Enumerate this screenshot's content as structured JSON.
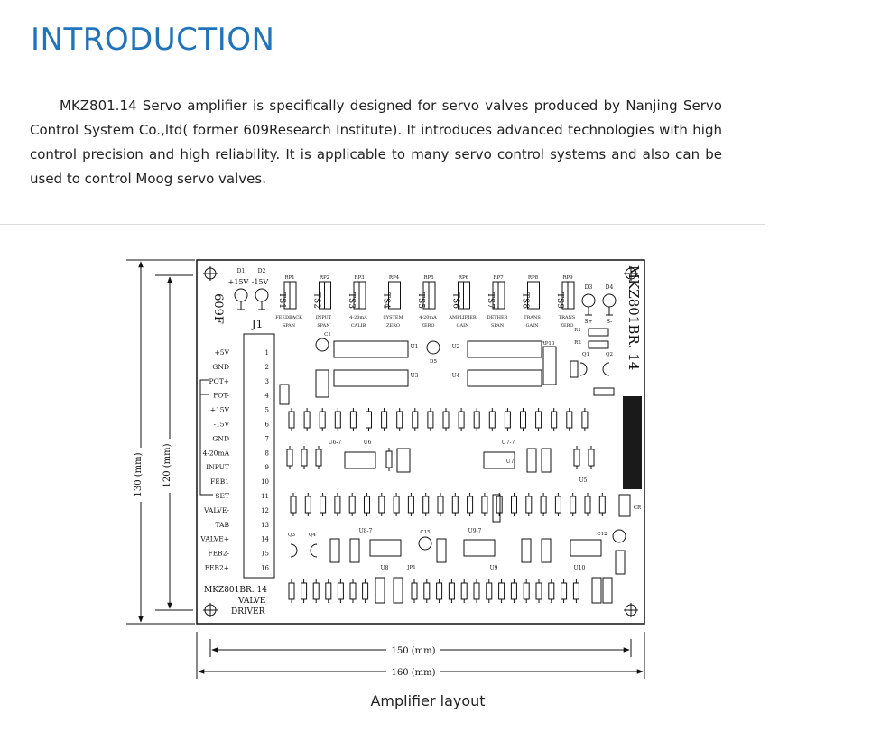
{
  "heading": "INTRODUCTION",
  "intro": "MKZ801.14 Servo amplifier is specifically designed for servo valves produced by Nanjing Servo Control System Co.,ltd( former 609Research Institute). It introduces advanced technologies with high control precision and high reliability. It is applicable to many servo control systems and also can be used to control Moog servo valves.",
  "caption": "Amplifier layout",
  "diagram": {
    "dim_height_outer": "130 (mm)",
    "dim_height_inner": "120 (mm)",
    "dim_width_inner": "150 (mm)",
    "dim_width_outer": "160 (mm)",
    "board_name": "MKZ801BR. 14",
    "board_side_code": "609F",
    "connector_label": "J1",
    "pins": [
      {
        "num": "1",
        "label": "+5V"
      },
      {
        "num": "2",
        "label": "GND"
      },
      {
        "num": "3",
        "label": "POT+"
      },
      {
        "num": "4",
        "label": "POT-"
      },
      {
        "num": "5",
        "label": "+15V"
      },
      {
        "num": "6",
        "label": "-15V"
      },
      {
        "num": "7",
        "label": "GND"
      },
      {
        "num": "8",
        "label": "4-20mA"
      },
      {
        "num": "9",
        "label": "INPUT"
      },
      {
        "num": "10",
        "label": "FEB1"
      },
      {
        "num": "11",
        "label": "SET"
      },
      {
        "num": "12",
        "label": "VALVE-"
      },
      {
        "num": "13",
        "label": "TAB"
      },
      {
        "num": "14",
        "label": "VALVE+"
      },
      {
        "num": "15",
        "label": "FEB2-"
      },
      {
        "num": "16",
        "label": "FEB2+"
      }
    ],
    "trimpots": [
      {
        "ts": "TS1",
        "rp": "RP1",
        "func1": "FEEDBACK",
        "func2": "SPAN"
      },
      {
        "ts": "TS2",
        "rp": "RP2",
        "func1": "INPUT",
        "func2": "SPAN"
      },
      {
        "ts": "TS3",
        "rp": "RP3",
        "func1": "4-20mA",
        "func2": "CALIB"
      },
      {
        "ts": "TS4",
        "rp": "RP4",
        "func1": "SYSTEM",
        "func2": "ZERO"
      },
      {
        "ts": "TS5",
        "rp": "RP5",
        "func1": "4-20mA",
        "func2": "ZERO"
      },
      {
        "ts": "TS6",
        "rp": "RP6",
        "func1": "AMPLIFIER",
        "func2": "GAIN"
      },
      {
        "ts": "TS7",
        "rp": "RP7",
        "func1": "DETHER",
        "func2": "SPAN"
      },
      {
        "ts": "TS8",
        "rp": "RP8",
        "func1": "TRANS",
        "func2": "GAIN"
      },
      {
        "ts": "TS9",
        "rp": "RP9",
        "func1": "TRANS",
        "func2": "ZERO"
      }
    ],
    "diodes_top": {
      "d1": "D1",
      "d1_v": "+15V",
      "d2": "D2",
      "d2_v": "-15V",
      "d3": "D3",
      "d4": "D4",
      "s_plus": "S+",
      "s_minus": "S-"
    },
    "chips": [
      "U1",
      "U2",
      "U3",
      "U4",
      "U6",
      "U7",
      "U8",
      "U9",
      "U10",
      "U5",
      "U6-7",
      "U7-7",
      "U8-7",
      "U9-7"
    ],
    "board_footer": [
      "MKZ801BR. 14",
      "VALVE",
      "DRIVER"
    ],
    "misc_labels": [
      "C1",
      "D5",
      "RP10",
      "C15",
      "C12",
      "JP1",
      "Q1",
      "Q2",
      "Q3",
      "Q4",
      "R1",
      "R2",
      "CR"
    ]
  }
}
